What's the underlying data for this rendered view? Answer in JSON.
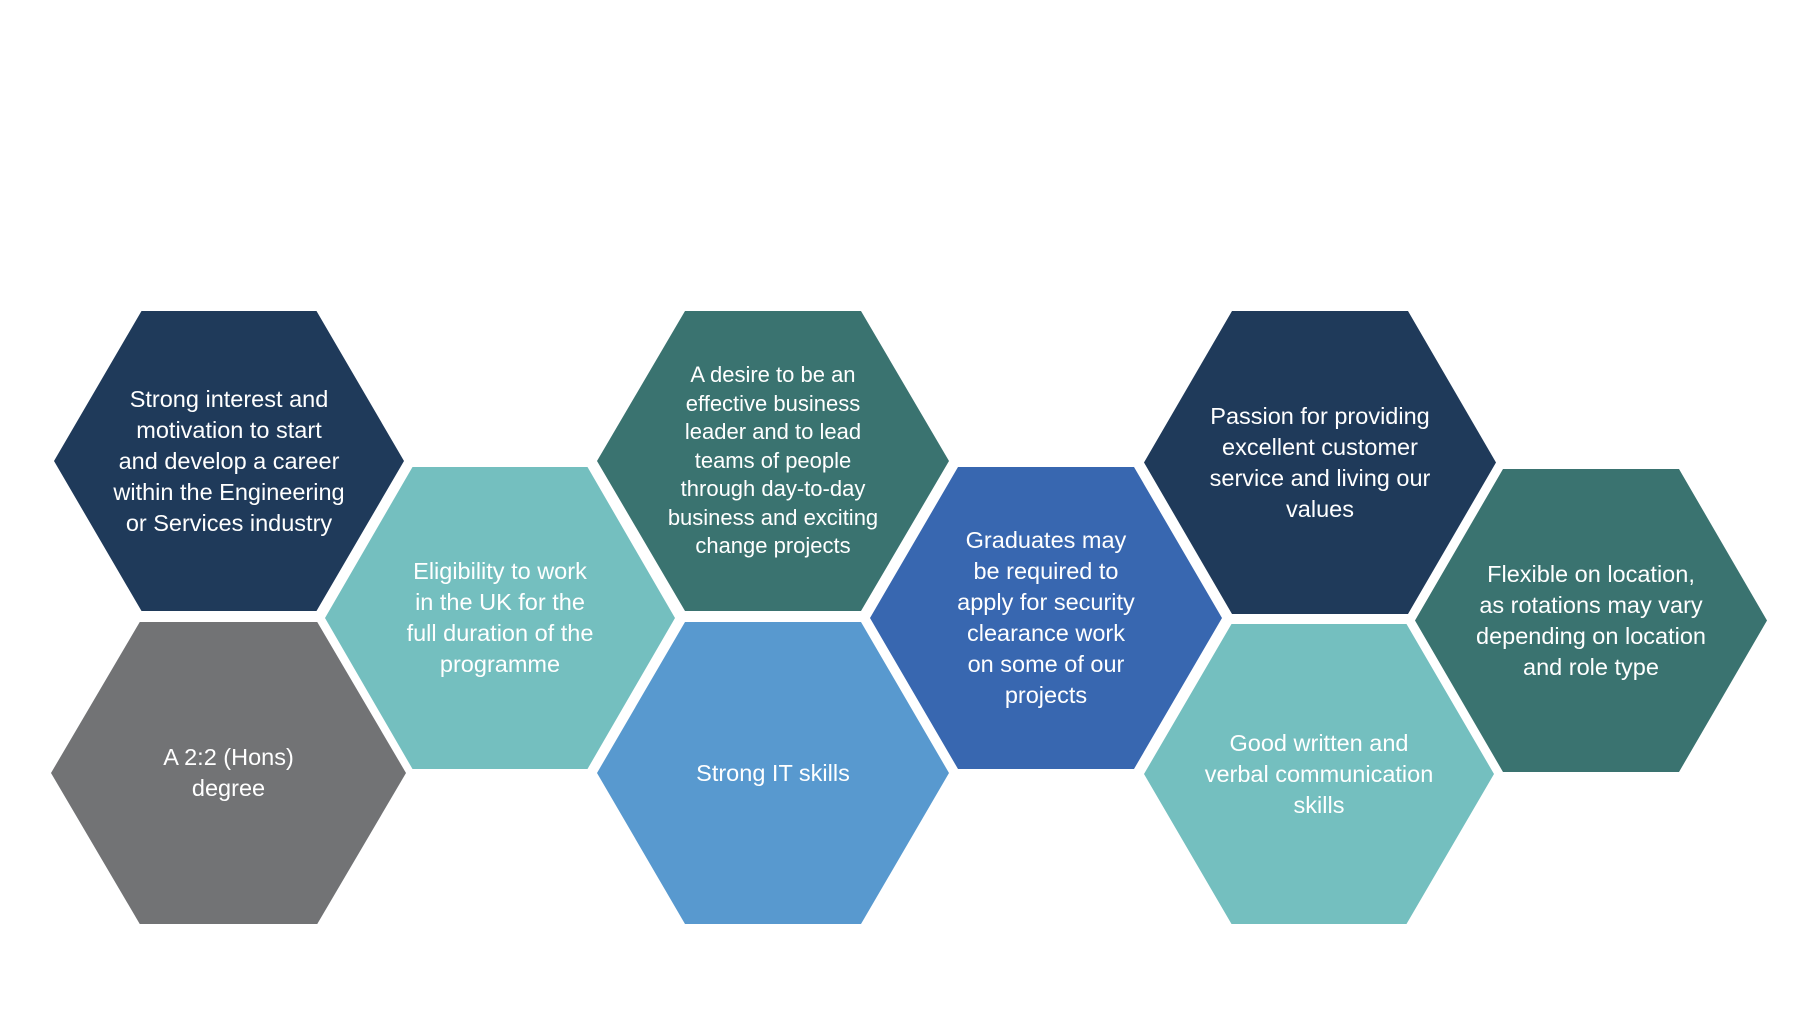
{
  "requirements": [
    {
      "id": "interest",
      "color": "navy",
      "text": "Strong interest and\nmotivation to start\nand develop a career\nwithin the Engineering\nor Services industry"
    },
    {
      "id": "eligibility",
      "color": "light-teal",
      "text": "Eligibility to work\nin the UK for the\nfull duration of the\nprogramme"
    },
    {
      "id": "degree",
      "color": "grey",
      "text": "A 2:2 (Hons)\ndegree"
    },
    {
      "id": "leadership",
      "color": "teal",
      "text": "A desire to be an\neffective business\nleader and to lead\nteams of people\nthrough day-to-day\nbusiness and exciting\nchange projects"
    },
    {
      "id": "it-skills",
      "color": "sky-blue",
      "text": "Strong IT skills"
    },
    {
      "id": "security",
      "color": "royal-blue",
      "text": "Graduates may\nbe required to\napply for security\nclearance work\non some of our\nprojects"
    },
    {
      "id": "customer-service",
      "color": "navy",
      "text": "Passion for providing\nexcellent customer\nservice and living our\nvalues"
    },
    {
      "id": "communication",
      "color": "light-teal",
      "text": "Good written and\nverbal communication\nskills"
    },
    {
      "id": "location",
      "color": "teal",
      "text": "Flexible on location,\nas rotations may vary\ndepending on location\nand role type"
    }
  ],
  "colors": {
    "navy": "#1f3a5a",
    "teal": "#3a7370",
    "light-teal": "#74bfbf",
    "grey": "#727375",
    "sky-blue": "#5899cf",
    "royal-blue": "#3867b0"
  }
}
